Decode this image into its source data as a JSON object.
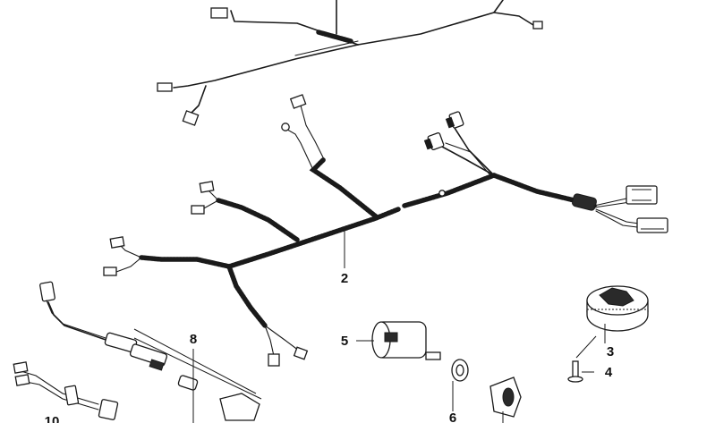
{
  "diagram": {
    "callouts": [
      {
        "id": "callout-2",
        "label": "2"
      },
      {
        "id": "callout-3",
        "label": "3"
      },
      {
        "id": "callout-4",
        "label": "4"
      },
      {
        "id": "callout-5",
        "label": "5"
      },
      {
        "id": "callout-6",
        "label": "6"
      },
      {
        "id": "callout-8",
        "label": "8"
      },
      {
        "id": "callout-10",
        "label": "10"
      }
    ]
  }
}
